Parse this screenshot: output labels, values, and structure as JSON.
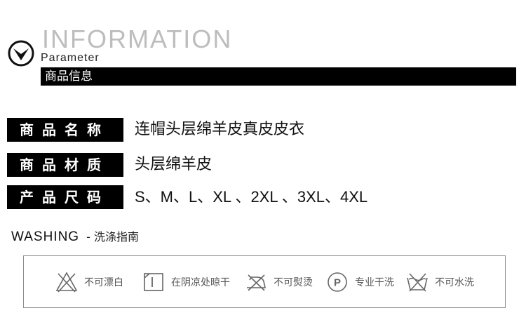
{
  "header": {
    "title": "INFORMATION",
    "subtitle": "Parameter",
    "bar_label": "商品信息",
    "icon": "chevron-circle-icon"
  },
  "rows": [
    {
      "label": "商品名称",
      "value": "连帽头层绵羊皮真皮皮衣"
    },
    {
      "label": "商品材质",
      "value": "头层绵羊皮"
    },
    {
      "label": "产品尺码",
      "value": "S、M、L、XL 、2XL 、3XL、4XL"
    }
  ],
  "washing": {
    "title": "WASHING",
    "subtitle": "- 洗涤指南",
    "items": [
      {
        "icon": "no-bleach-icon",
        "label": "不可漂白"
      },
      {
        "icon": "dry-flat-shade-icon",
        "label": "在阴凉处晾干"
      },
      {
        "icon": "no-iron-icon",
        "label": "不可熨烫"
      },
      {
        "icon": "professional-dry-clean-icon",
        "label": "专业干洗"
      },
      {
        "icon": "no-wash-icon",
        "label": "不可水洗"
      }
    ]
  },
  "colors": {
    "bar": "#000000",
    "title_gray": "#bdbdbd",
    "icon_gray": "#666666"
  }
}
